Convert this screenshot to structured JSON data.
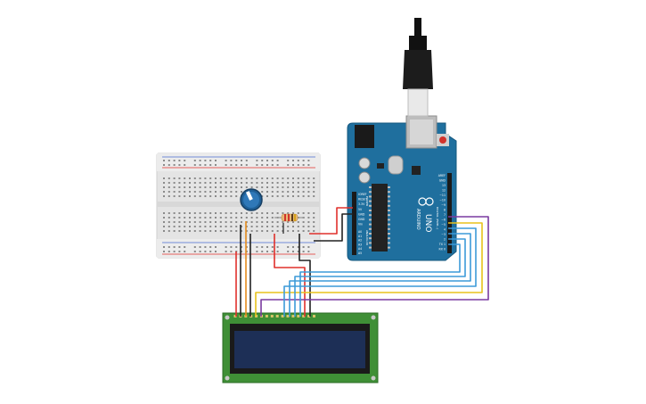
{
  "board": {
    "brand_text": "ARDUINO",
    "model_text": "UNO",
    "power_label": "POWER",
    "analog_label": "ANALOG IN",
    "digital_label": "DIGITAL (PWM~)",
    "power_pins": [
      "IOREF",
      "RESET",
      "3.3V",
      "5V",
      "GND",
      "GND",
      "Vin"
    ],
    "analog_pins": [
      "A0",
      "A1",
      "A2",
      "A3",
      "A4",
      "A5"
    ],
    "digital_pins": [
      "AREF",
      "GND",
      "13",
      "12",
      "~11",
      "~10",
      "~9",
      "8",
      "7",
      "~6",
      "~5",
      "4",
      "~3",
      "2",
      "TX 1",
      "RX 0"
    ]
  },
  "colors": {
    "board_blue": "#1f6f9e",
    "breadboard": "#e6e6e6",
    "lcd_green": "#3f8f36",
    "lcd_screen": "#1d2f56",
    "wire_red": "#e0302c",
    "wire_black": "#222222",
    "wire_orange": "#e58b1c",
    "wire_yellow": "#e8c21c",
    "wire_blue": "#3c9ad8",
    "wire_purple": "#7a3aa0"
  }
}
